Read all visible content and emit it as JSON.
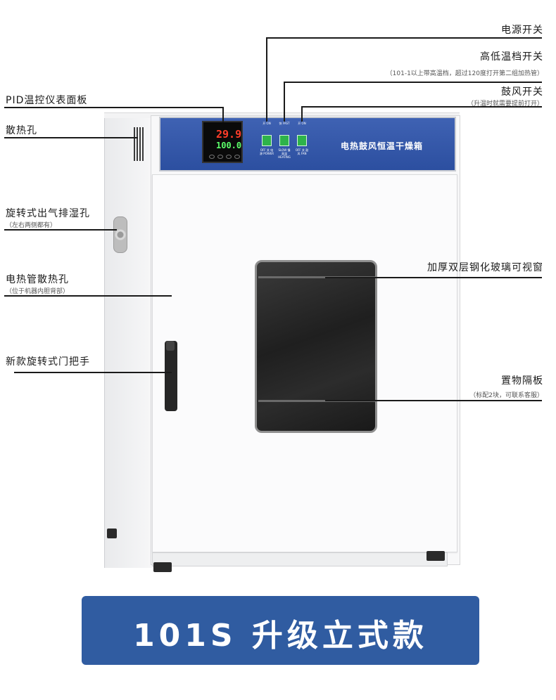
{
  "product": {
    "panel_title": "电热鼓风恒温干燥箱",
    "display": {
      "pv": "29.9",
      "sv": "100.0"
    },
    "switches": [
      {
        "top": "开 ON",
        "bottom": "OFF 关 电源 POWER"
      },
      {
        "top": "快 FAST",
        "bottom": "SLOW 慢 高温 HEATING"
      },
      {
        "top": "开 ON",
        "bottom": "OFF 关 鼓风 FAN"
      }
    ]
  },
  "callouts": {
    "power_switch": {
      "label": "电源开关"
    },
    "temp_switch": {
      "label": "高低温档开关",
      "note": "（101-1以上带高温档，超过120度打开第二组加热管）"
    },
    "fan_switch": {
      "label": "鼓风开关",
      "note": "（升温时就需要提前打开）"
    },
    "pid_panel": {
      "label": "PID温控仪表面板"
    },
    "vent": {
      "label": "散热孔"
    },
    "exhaust": {
      "label": "旋转式出气排湿孔",
      "note": "（左右两侧都有）"
    },
    "heater_vent": {
      "label": "电热管散热孔",
      "note": "（位于机器内胆背部）"
    },
    "handle": {
      "label": "新款旋转式门把手"
    },
    "window": {
      "label": "加厚双层钢化玻璃可视窗"
    },
    "shelf": {
      "label": "置物隔板",
      "note": "（标配2块，可联系客服）"
    }
  },
  "banner": {
    "text": "101S 升级立式款"
  },
  "colors": {
    "panel": "#2c4fa0",
    "banner": "#305ca1",
    "switch": "#2eb34a"
  }
}
